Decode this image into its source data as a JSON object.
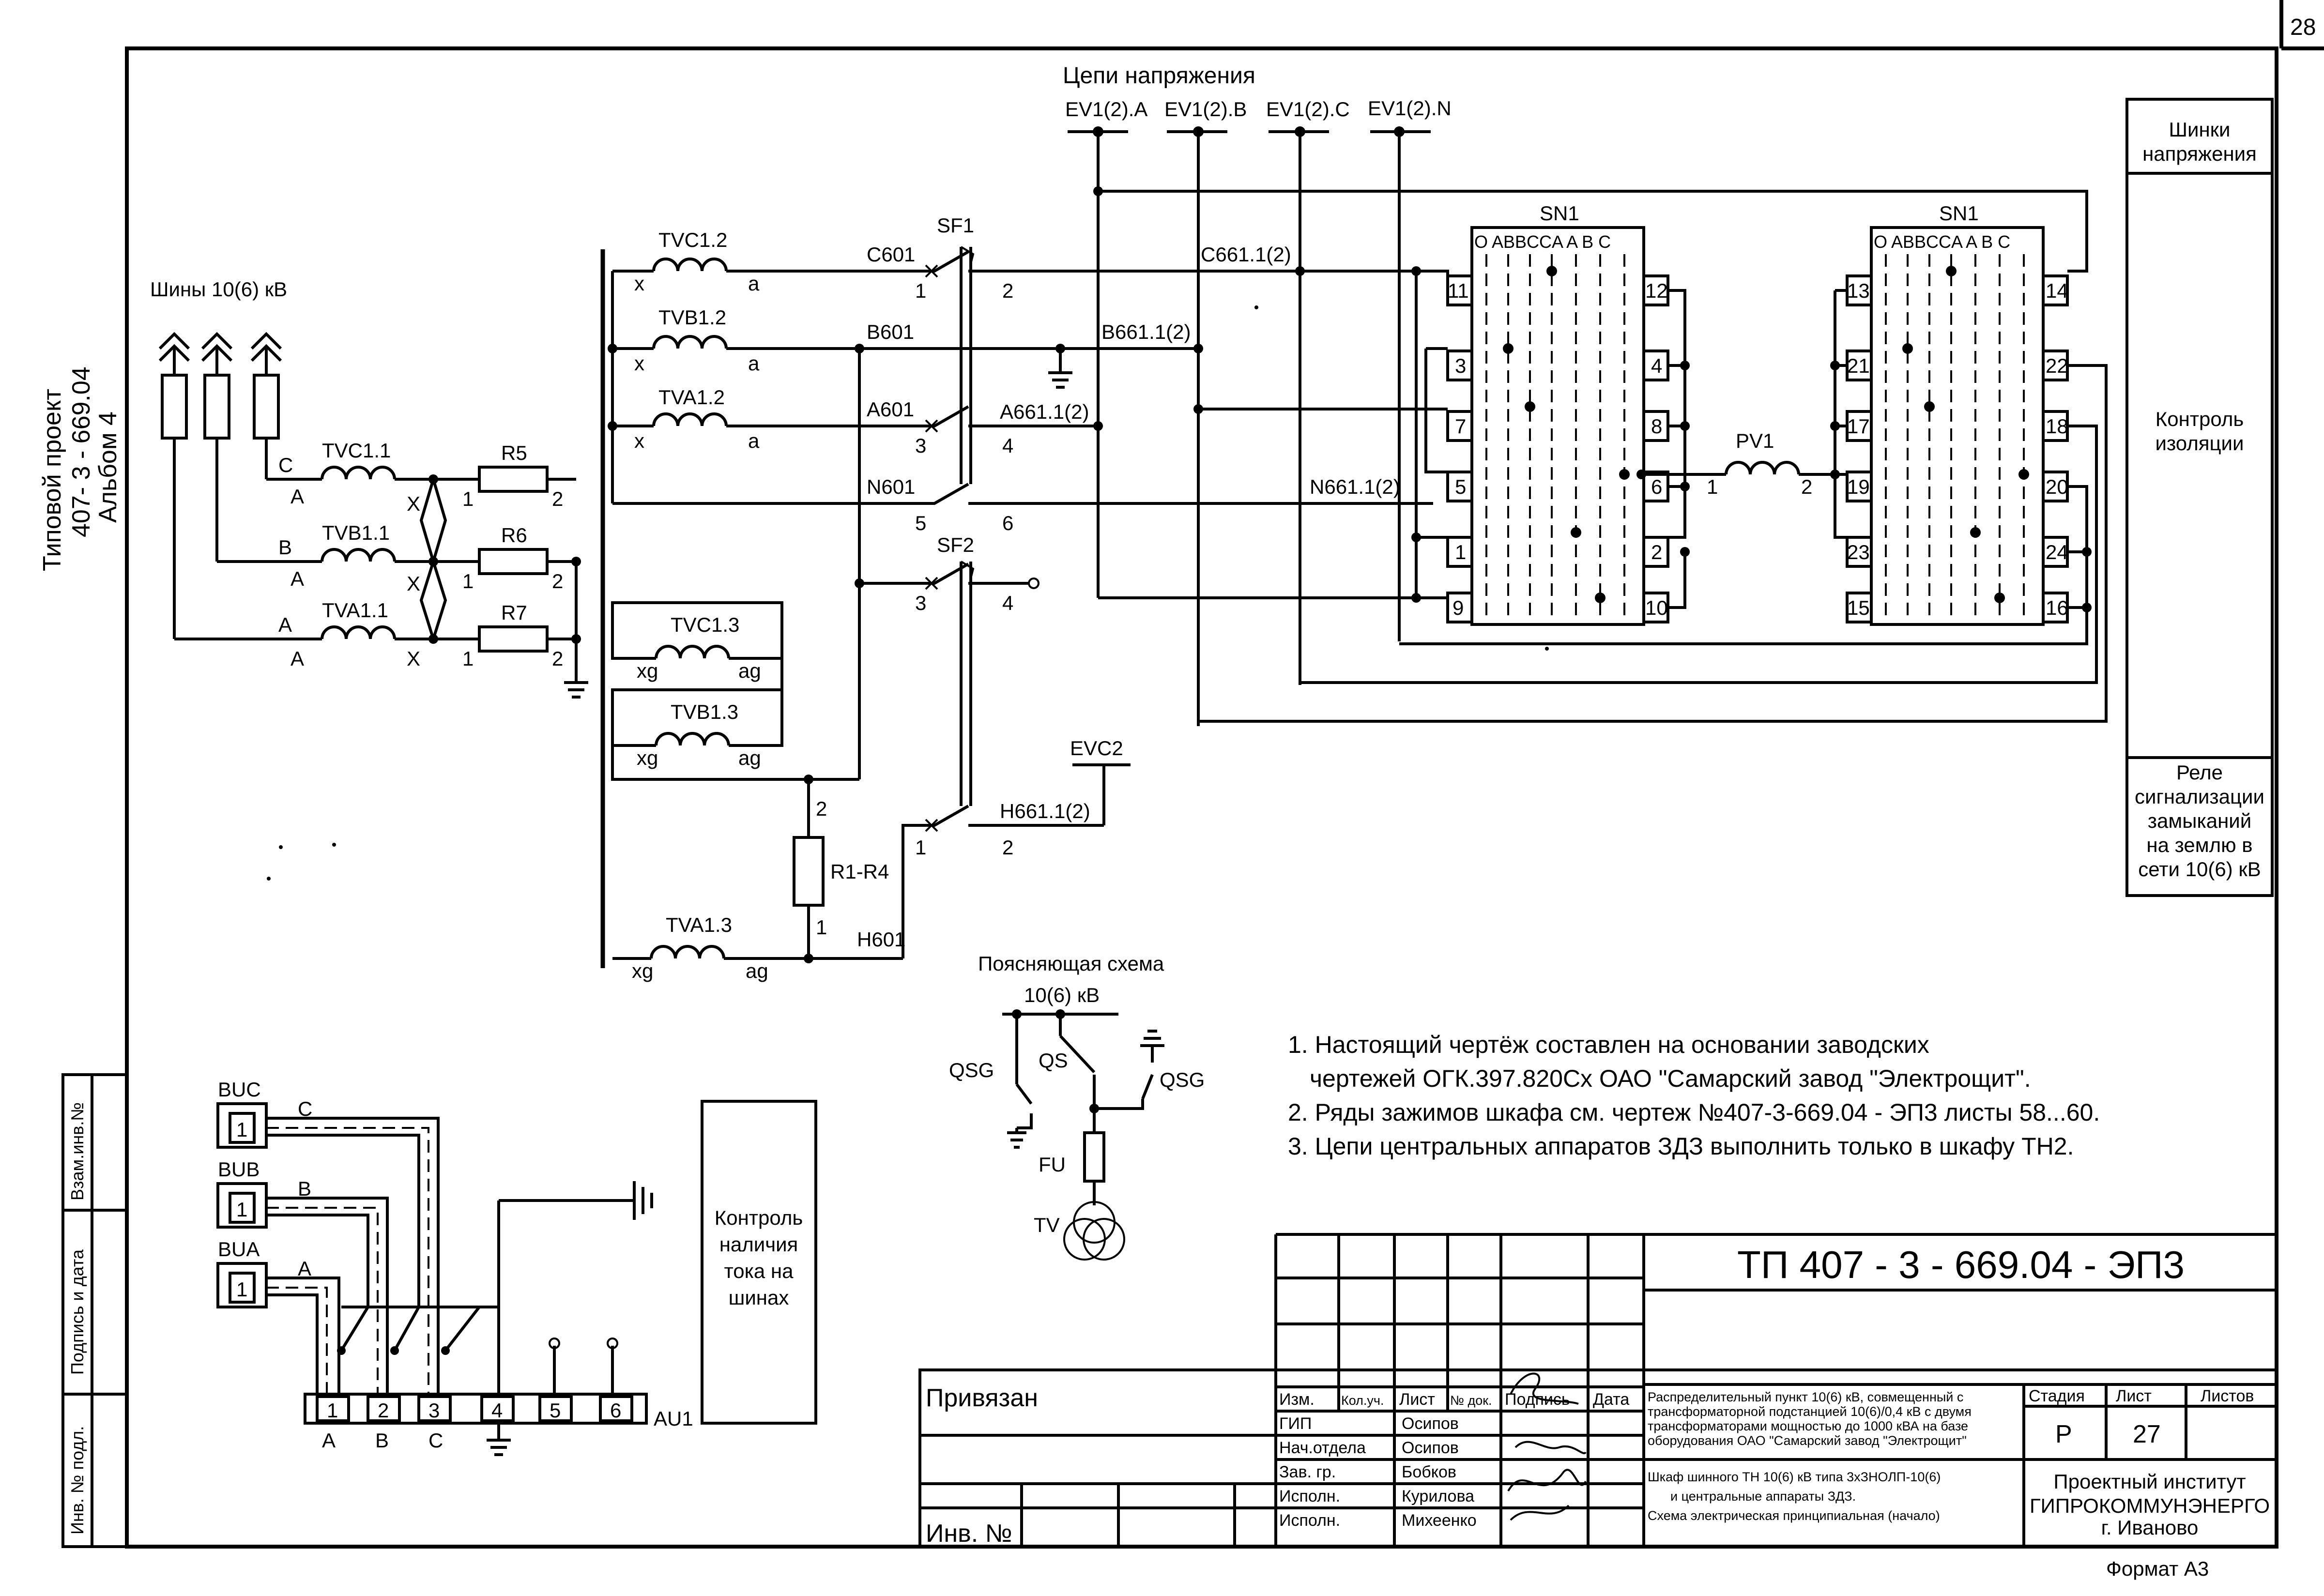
{
  "page_number": "28",
  "side_title": {
    "line1": "Типовой проект",
    "line2": "407- 3 - 669.04",
    "line3": "Альбом 4"
  },
  "left_strip": {
    "vzam": "Взам.инв.№",
    "podpis": "Подпись и дата",
    "inv": "Инв. № подл."
  },
  "header": {
    "title": "Цепи напряжения",
    "buses": [
      "EV1(2).A",
      "EV1(2).B",
      "EV1(2).C",
      "EV1(2).N"
    ]
  },
  "busbars": {
    "label": "Шины 10(6) кВ"
  },
  "right_panel": {
    "shinki": "Шинки\nнапряжения",
    "control": "Контроль\nизоляции",
    "rele": "Реле\nсигнализации\nзамыканий\nна землю в\nсети 10(6) кВ"
  },
  "labels": {
    "tvc11": "TVC1.1",
    "tvb11": "TVB1.1",
    "tva11": "TVA1.1",
    "r5": "R5",
    "r6": "R6",
    "r7": "R7",
    "phase_c": "C",
    "phase_b": "B",
    "phase_a": "A",
    "a": "A",
    "x": "X",
    "n1": "1",
    "n2": "2",
    "tvc12": "TVC1.2",
    "tvb12": "TVB1.2",
    "tva12": "TVA1.2",
    "tvc13": "TVC1.3",
    "tvb13": "TVB1.3",
    "tva13": "TVA1.3",
    "x_low": "x",
    "a_low": "a",
    "xg": "xg",
    "ag": "ag",
    "c601": "C601",
    "b601": "B601",
    "a601": "A601",
    "n601": "N601",
    "h601": "H601",
    "sf1": "SF1",
    "sf2": "SF2",
    "c6611": "C661.1(2)",
    "b6611": "B661.1(2)",
    "a6611": "A661.1(2)",
    "n6611": "N661.1(2)",
    "h6611": "H661.1(2)",
    "evc2": "EVC2",
    "r1r4": "R1-R4",
    "sn1": "SN1",
    "sn_header": "O ABBCCA A  B  C",
    "pv1": "PV1",
    "n3": "3",
    "n4": "4",
    "n5": "5",
    "n6": "6",
    "sn1_left": [
      "11",
      "3",
      "7",
      "5",
      "1",
      "9"
    ],
    "sn1_right": [
      "12",
      "4",
      "8",
      "6",
      "2",
      "10"
    ],
    "sn2_left": [
      "13",
      "21",
      "17",
      "19",
      "23",
      "15"
    ],
    "sn2_right": [
      "14",
      "22",
      "18",
      "20",
      "24",
      "16"
    ]
  },
  "explain": {
    "title": "Поясняющая схема",
    "kv": "10(6) кВ",
    "qsg": "QSG",
    "qs": "QS",
    "fu": "FU",
    "tv": "TV"
  },
  "bottom_left": {
    "buc": "BUC",
    "bub": "BUB",
    "bua": "BUA",
    "one": "1",
    "phases": [
      "C",
      "B",
      "A"
    ],
    "terminals": [
      "1",
      "2",
      "3",
      "4",
      "5",
      "6"
    ],
    "under": [
      "A",
      "B",
      "C"
    ],
    "au1": "AU1",
    "kontrol": "Контроль\nналичия\nтока на\nшинах"
  },
  "notes": [
    "1. Настоящий чертёж составлен на основании заводских",
    "чертежей ОГК.397.820Сх ОАО \"Самарский завод \"Электрощит\".",
    "2.  Ряды зажимов шкафа см. чертеж №407-3-669.04 - ЭП3 листы 58...60.",
    "3.  Цепи центральных аппаратов ЗДЗ выполнить только в шкафу ТН2."
  ],
  "stamp": {
    "code": "ТП  407 - 3 - 669.04 - ЭП3",
    "privyazan": "Привязан",
    "inv": "Инв. №",
    "cols": [
      "Изм.",
      "Кол.уч.",
      "Лист",
      "№ док.",
      "Подпись",
      "Дата"
    ],
    "roles": [
      "ГИП",
      "Нач.отдела",
      "Зав. гр.",
      "Исполн.",
      "Исполн."
    ],
    "names": [
      "Осипов",
      "Осипов",
      "Бобков",
      "Курилова",
      "Михеенко"
    ],
    "desc1": [
      "Распределительный пункт 10(6) кВ, совмещенный с",
      "трансформаторной подстанцией 10(6)/0,4 кВ с двумя",
      "трансформаторами мощностью до 1000 кВА на базе",
      "оборудования ОАО \"Самарский завод \"Электрощит\""
    ],
    "desc2": [
      "Шкаф шинного ТН  10(6) кВ  типа 3хЗНОЛП-10(6)",
      "и центральные аппараты ЗДЗ.",
      "Схема электрическая принципиальная (начало)"
    ],
    "stage_head": "Стадия",
    "sheet_head": "Лист",
    "sheets_head": "Листов",
    "stage": "Р",
    "sheet": "27",
    "org1": "Проектный институт",
    "org2": "ГИПРОКОММУНЭНЕРГО",
    "org3": "г. Иваново"
  },
  "format": "Формат А3"
}
